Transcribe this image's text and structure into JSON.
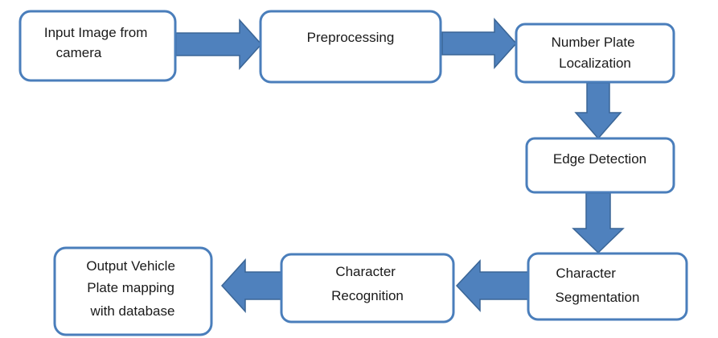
{
  "nodes": {
    "input_image": {
      "lines": [
        "Input Image from",
        "camera"
      ]
    },
    "preprocessing": {
      "lines": [
        "Preprocessing"
      ]
    },
    "number_plate_localization": {
      "lines": [
        "Number Plate",
        "Localization"
      ]
    },
    "edge_detection": {
      "lines": [
        "Edge Detection"
      ]
    },
    "character_segmentation": {
      "lines": [
        "Character",
        "Segmentation"
      ]
    },
    "character_recognition": {
      "lines": [
        "Character",
        "Recognition"
      ]
    },
    "output_vehicle": {
      "lines": [
        "Output Vehicle",
        "Plate mapping",
        "with database"
      ]
    }
  },
  "colors": {
    "box_border": "#4a7ebb",
    "arrow_fill": "#4f81bd"
  }
}
